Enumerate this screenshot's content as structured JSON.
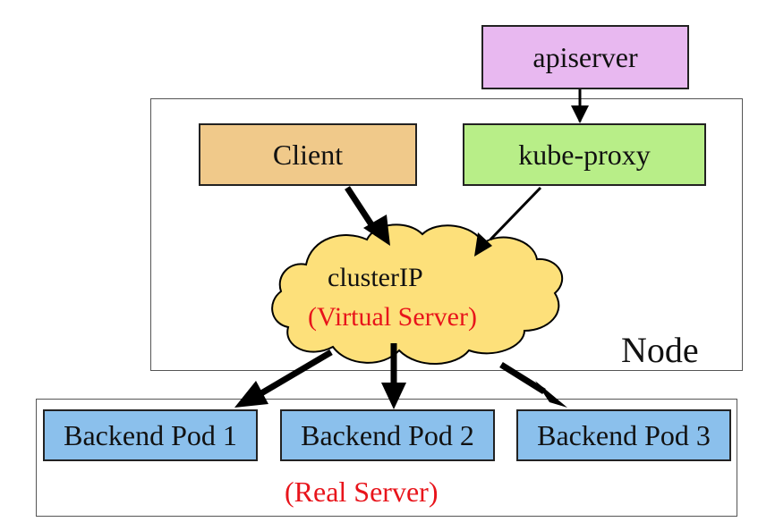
{
  "nodes": {
    "apiserver": {
      "label": "apiserver",
      "color": "#e8b8f0"
    },
    "client": {
      "label": "Client",
      "color": "#f0c98a"
    },
    "kube_proxy": {
      "label": "kube-proxy",
      "color": "#b8ee88"
    },
    "cluster_ip": {
      "label": "clusterIP",
      "sublabel": "(Virtual Server)",
      "color": "#fde07a",
      "sublabel_color": "#e8141b"
    }
  },
  "node_group": {
    "label": "Node"
  },
  "backend_group": {
    "caption": "(Real Server)",
    "caption_color": "#e8141b",
    "pods": [
      {
        "label": "Backend Pod 1"
      },
      {
        "label": "Backend Pod 2"
      },
      {
        "label": "Backend Pod 3"
      }
    ],
    "pod_color": "#8bc0ec"
  }
}
